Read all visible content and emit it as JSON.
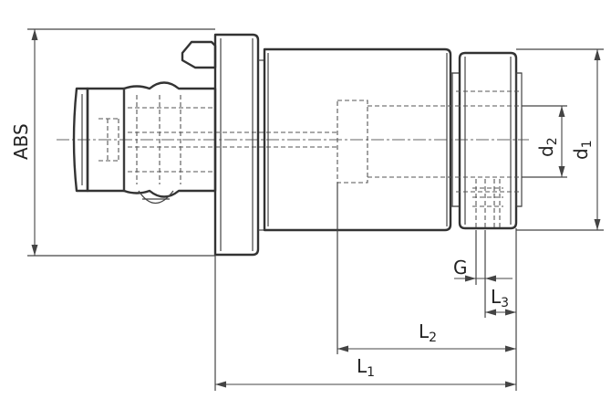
{
  "labels": {
    "abs": "ABS",
    "d1_main": "d",
    "d1_sub": "1",
    "d2_main": "d",
    "d2_sub": "2",
    "g": "G",
    "l1_main": "L",
    "l1_sub": "1",
    "l2_main": "L",
    "l2_sub": "2",
    "l3_main": "L",
    "l3_sub": "3"
  }
}
